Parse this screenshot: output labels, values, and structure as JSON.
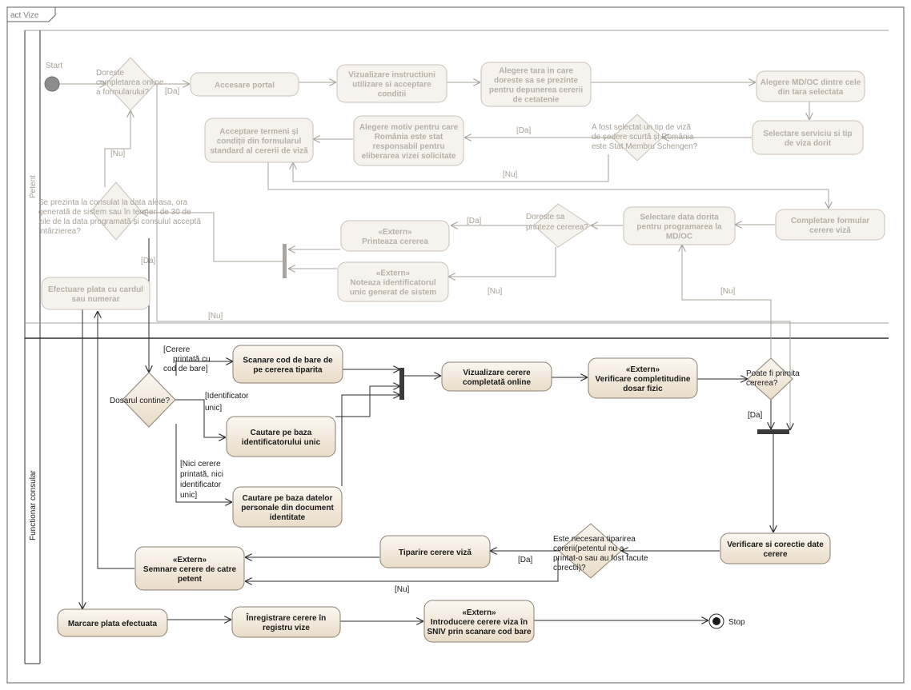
{
  "diagram": {
    "frame_title": "act Vize",
    "lanes": [
      {
        "id": "lane-petent",
        "label": "Petent"
      },
      {
        "id": "lane-functionar",
        "label": "Functionar consular"
      }
    ],
    "initial_label": "Start",
    "final_label": "Stop",
    "nodes": {
      "accesare_portal": "Accesare portal",
      "vizualizare_instructiuni": [
        "Vizualizare instructiuni",
        "utilizare si acceptare",
        "conditii"
      ],
      "alegere_tara": [
        "Alegere tara in care",
        "doreste sa se prezinte",
        "pentru depunerea cererii",
        "de cetatenie"
      ],
      "alegere_mdoc": [
        "Alegere MD/OC dintre cele",
        "din tara selectata"
      ],
      "selectare_serviciu": [
        "Selectare serviciu si tip",
        "de viza dorit"
      ],
      "alegere_motiv": [
        "Alegere motiv pentru care",
        "România este stat",
        "responsabil pentru",
        "eliberarea vizei solicitate"
      ],
      "acceptare_termeni": [
        "Acceptare termeni și",
        "condiții din formularul",
        "standard al cererii de viză"
      ],
      "completare_formular": [
        "Completare formular",
        "cerere viză"
      ],
      "selectare_data": [
        "Selectare data dorita",
        "pentru programarea la",
        "MD/OC"
      ],
      "printeaza_cererea": [
        "«Extern»",
        "Printeaza cererea"
      ],
      "noteaza_identificator": [
        "«Extern»",
        "Noteaza identificatorul",
        "unic generat de sistem"
      ],
      "efectuare_plata": [
        "Efectuare plata cu cardul",
        "sau numerar"
      ],
      "scanare_cod": [
        "Scanare cod de bare de",
        "pe cererea tiparita"
      ],
      "cautare_identificator": [
        "Cautare pe baza",
        "identificatorului unic"
      ],
      "cautare_date": [
        "Cautare pe baza datelor",
        "personale din document",
        "identitate"
      ],
      "vizualizare_cerere": [
        "Vizualizare cerere",
        "completată online"
      ],
      "verificare_dosar": [
        "«Extern»",
        "Verificare completitudine",
        "dosar fizic"
      ],
      "verificare_corectie": [
        "Verificare si corectie date",
        "cerere"
      ],
      "tiparire_cerere": "Tiparire cerere viză",
      "semnare_cerere": [
        "«Extern»",
        "Semnare cerere de catre",
        "petent"
      ],
      "marcare_plata": "Marcare plata efectuata",
      "inregistrare_cerere": [
        "Înregistrare cerere în",
        "registru vize"
      ],
      "introducere_cerere": [
        "«Extern»",
        "Introducere cerere viza în",
        "SNIV prin scanare cod bare"
      ]
    },
    "decisions": {
      "d_completare_online": [
        "Doreste",
        "completarea online",
        "a formularului?"
      ],
      "d_sedere_scurta": [
        "A fost selectat un tip de viză",
        "de ședere scurtă și România",
        "este Stat Membru Schengen?"
      ],
      "d_printeze": [
        "Doreste sa",
        "printeze cererea?"
      ],
      "d_se_prezinta": [
        "Se prezinta la consulat la data aleasa, ora",
        "generată de sistem sau în termen de 30 de",
        "zile de la data programată și consulul acceptă",
        "întârzierea?"
      ],
      "d_dosarul_contine": "Dosarul contine?",
      "d_poate_primita": [
        "Poate fi primita",
        "cererea?"
      ],
      "d_tiparire_necesara": [
        "Este necesara tiparirea",
        "cererii(petentul nu a",
        "printat-o sau au fost facute",
        "corectii)?"
      ]
    },
    "guards": {
      "g_da_1": "[Da]",
      "g_nu_1": "[Nu]",
      "g_da_2": "[Da]",
      "g_nu_2": "[Nu]",
      "g_da_3": "[Da]",
      "g_nu_3": "[Nu]",
      "g_da_4": "[Da]",
      "g_nu_4": "[Nu]",
      "g_cerere_printata": [
        "[Cerere",
        "printată cu",
        "cod de bare]"
      ],
      "g_identificator": [
        "[Identificator",
        "unic]"
      ],
      "g_nici": [
        "[Nici cerere",
        "printată, nici",
        "identificator",
        "unic]"
      ],
      "g_da_5": "[Da]",
      "g_da_6": "[Da]",
      "g_nu_6": "[Nu]"
    },
    "colors": {
      "active_fill": "#f1e7d9",
      "active_fill_dark": "#dccbb2",
      "faded_fill": "#f6f3ee",
      "faded_stroke": "#c9c2b8",
      "edge_dark": "#2a2a2a",
      "initial_node": "#8c8c8c",
      "fork_bar": "#3a3a3a"
    }
  }
}
